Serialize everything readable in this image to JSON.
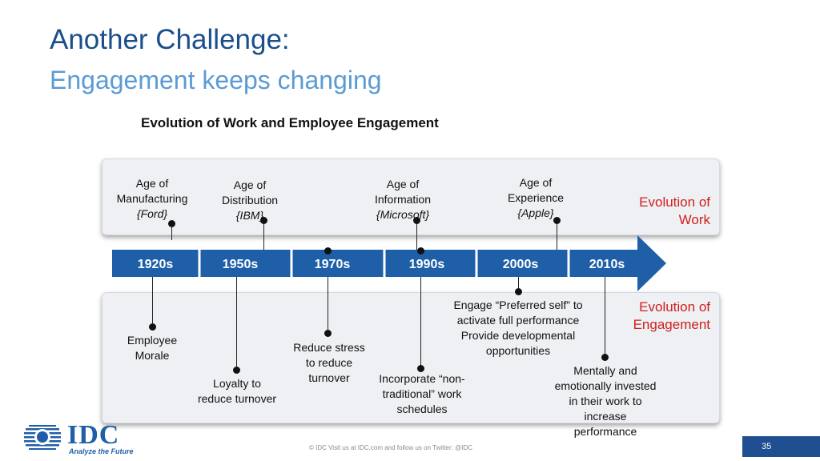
{
  "title": "Another Challenge:",
  "subtitle": "Engagement keeps changing",
  "diagram_title": "Evolution of Work and Employee Engagement",
  "bands": {
    "work_label_1": "Evolution of",
    "work_label_2": "Work",
    "engagement_label_1": "Evolution of",
    "engagement_label_2": "Engagement"
  },
  "decades": [
    "1920s",
    "1950s",
    "1970s",
    "1990s",
    "2000s",
    "2010s"
  ],
  "ages": [
    {
      "line1": "Age of",
      "line2": "Manufacturing",
      "company": "{Ford}"
    },
    {
      "line1": "Age of",
      "line2": "Distribution",
      "company": "{IBM}"
    },
    {
      "line1": "Age of",
      "line2": "Information",
      "company": "{Microsoft}"
    },
    {
      "line1": "Age of",
      "line2": "Experience",
      "company": "{Apple}"
    }
  ],
  "engagement": [
    {
      "l1": "Employee",
      "l2": "Morale"
    },
    {
      "l1": "Loyalty to",
      "l2": "reduce turnover"
    },
    {
      "l1": "Reduce stress",
      "l2": "to reduce",
      "l3": "turnover"
    },
    {
      "l1": "Incorporate “non-",
      "l2": "traditional” work",
      "l3": "schedules"
    },
    {
      "l1": "Engage “Preferred self” to",
      "l2": "activate full performance",
      "l3": "Provide developmental",
      "l4": "opportunities"
    },
    {
      "l1": "Mentally and",
      "l2": "emotionally invested",
      "l3": "in their work to",
      "l4": "increase",
      "l5": "performance"
    }
  ],
  "logo": {
    "name": "IDC",
    "tagline": "Analyze the Future"
  },
  "footer": "© IDC   Visit us at IDC.com and follow us on Twitter: @IDC",
  "page_number": "35",
  "colors": {
    "title": "#1a4e8c",
    "subtitle": "#5b9bd5",
    "timeline": "#1f5fa8",
    "band_label": "#d0201e"
  }
}
